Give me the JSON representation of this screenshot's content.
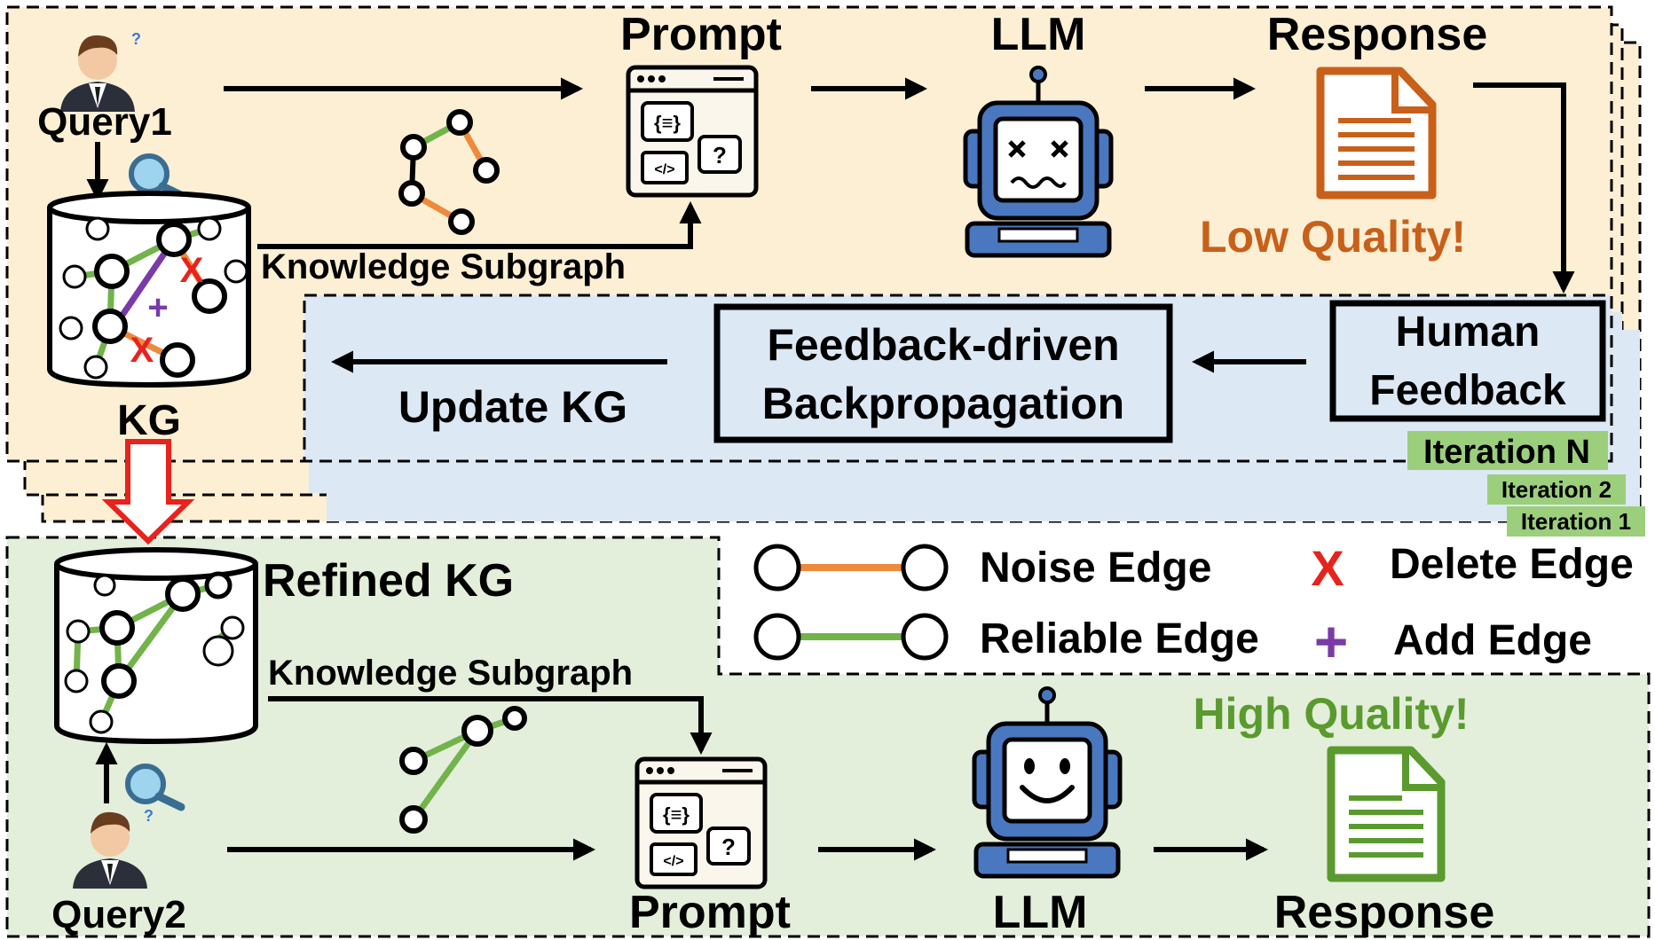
{
  "top": {
    "query_label": "Query1",
    "prompt_label": "Prompt",
    "llm_label": "LLM",
    "response_label": "Response",
    "quality_label": "Low Quality!",
    "subgraph_label": "Knowledge Subgraph",
    "kg_label": "KG"
  },
  "feedback": {
    "human_feedback_line1": "Human",
    "human_feedback_line2": "Feedback",
    "backprop_line1": "Feedback-driven",
    "backprop_line2": "Backpropagation",
    "update_label": "Update KG",
    "iterations": [
      "Iteration N",
      "Iteration 2",
      "Iteration 1"
    ]
  },
  "bottom": {
    "refined_kg_label": "Refined KG",
    "subgraph_label": "Knowledge Subgraph",
    "query_label": "Query2",
    "prompt_label": "Prompt",
    "llm_label": "LLM",
    "response_label": "Response",
    "quality_label": "High Quality!"
  },
  "legend": {
    "noise_edge": "Noise Edge",
    "reliable_edge": "Reliable Edge",
    "delete_edge": "Delete Edge",
    "add_edge": "Add Edge",
    "delete_symbol": "X",
    "add_symbol": "+"
  },
  "colors": {
    "top_panel": "#fcefd4",
    "feedback_panel": "#dde8f5",
    "bottom_panel": "#e3eedb",
    "noise_edge": "#ee8a3c",
    "reliable_edge": "#72b34a",
    "added_edge": "#7a3aa8",
    "delete_mark": "#e8221c",
    "low_quality": "#c8601a",
    "high_quality": "#5a9a2e",
    "iteration_tag": "#9ccf7c",
    "robot_blue": "#4a78c0"
  }
}
